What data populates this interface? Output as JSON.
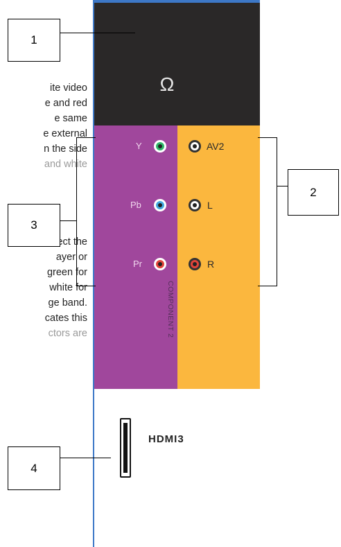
{
  "manual_text": {
    "lines": [
      "ite  video",
      "e and red",
      "e  same",
      "e external",
      "n the side",
      "and white",
      "nnect the",
      "ayer or",
      "green for",
      "white for",
      "ge band.",
      "cates  this",
      "ctors  are"
    ]
  },
  "panel": {
    "headphone_symbol": "Ω",
    "jacks": {
      "y_label": "Y",
      "pb_label": "Pb",
      "pr_label": "Pr",
      "av2_label": "AV2",
      "l_label": "L",
      "r_label": "R",
      "component_label": "COMPONENT 2"
    },
    "hdmi_label": "HDMI3"
  },
  "callouts": [
    "1",
    "2",
    "3",
    "4"
  ],
  "colors": {
    "panel_edge": "#3d78c7",
    "headphone_zone": "#2a2828",
    "component_band": "#a0479c",
    "av_band": "#fbb73e",
    "jack_green": "#2fb86b",
    "jack_blue": "#41a9e0",
    "jack_red": "#e2443a",
    "jack_white": "#ffffff"
  }
}
